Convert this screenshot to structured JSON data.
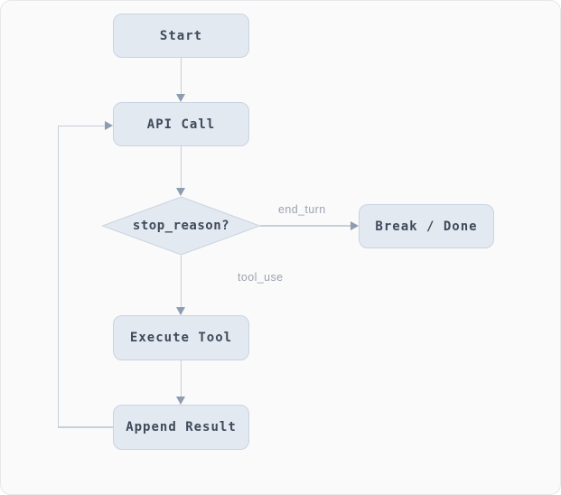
{
  "colors": {
    "canvas-bg": "#fafafa",
    "canvas-border": "#e7e7ea",
    "node-fill": "#e3e9f1",
    "node-border": "#c9d3e0",
    "node-text": "#3e4a5b",
    "line": "#c6cfda",
    "arrowhead": "#8e9cb0",
    "edge-label": "#9ca3af"
  },
  "diagram": {
    "type": "flowchart",
    "nodes": [
      {
        "id": "start",
        "label": "Start",
        "shape": "rounded-rect"
      },
      {
        "id": "api-call",
        "label": "API Call",
        "shape": "rounded-rect"
      },
      {
        "id": "stop-reason",
        "label": "stop_reason?",
        "shape": "diamond"
      },
      {
        "id": "break-done",
        "label": "Break / Done",
        "shape": "rounded-rect"
      },
      {
        "id": "execute-tool",
        "label": "Execute Tool",
        "shape": "rounded-rect"
      },
      {
        "id": "append-result",
        "label": "Append Result",
        "shape": "rounded-rect"
      }
    ],
    "edges": [
      {
        "from": "start",
        "to": "api-call",
        "label": ""
      },
      {
        "from": "api-call",
        "to": "stop-reason",
        "label": ""
      },
      {
        "from": "stop-reason",
        "to": "break-done",
        "label": "end_turn"
      },
      {
        "from": "stop-reason",
        "to": "execute-tool",
        "label": "tool_use"
      },
      {
        "from": "execute-tool",
        "to": "append-result",
        "label": ""
      },
      {
        "from": "append-result",
        "to": "api-call",
        "label": ""
      }
    ]
  }
}
